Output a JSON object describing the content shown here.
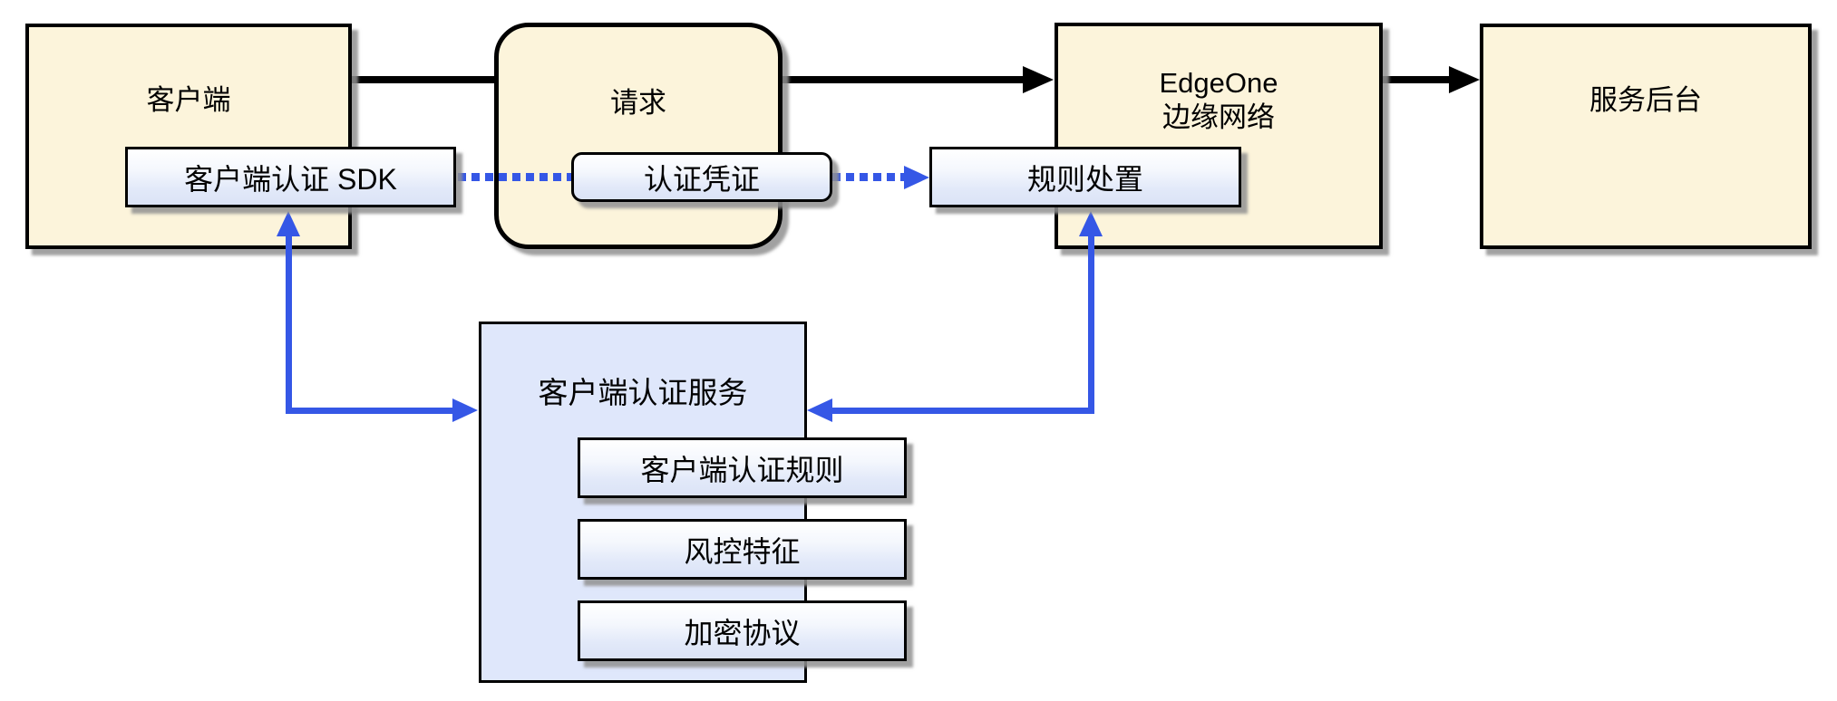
{
  "nodes": {
    "client": {
      "label": "客户端"
    },
    "request": {
      "label": "请求"
    },
    "edgeone": {
      "line1": "EdgeOne",
      "line2": "边缘网络"
    },
    "backend": {
      "label": "服务后台"
    },
    "sdk_button": {
      "label": "客户端认证 SDK"
    },
    "credential_button": {
      "label": "认证凭证"
    },
    "rule_button": {
      "label": "规则处置"
    },
    "service": {
      "label": "客户端认证服务"
    },
    "service_items": [
      {
        "label": "客户端认证规则"
      },
      {
        "label": "风控特征"
      },
      {
        "label": "加密协议"
      }
    ]
  },
  "colors": {
    "node_fill": "#FCF4DB",
    "node_border": "#000000",
    "service_fill": "#DFE7FB",
    "button_fill_top": "#FFFFFF",
    "button_fill_bottom": "#DBE3F6",
    "connector_black": "#000000",
    "connector_blue": "#3557E6",
    "shadow": "#919191"
  }
}
